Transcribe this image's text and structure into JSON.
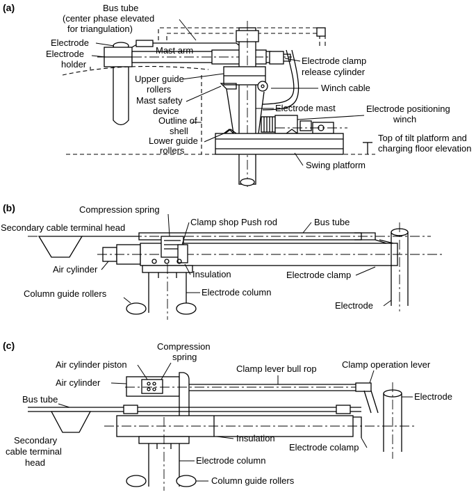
{
  "figure": {
    "panels": [
      {
        "tag": "(a)",
        "labels": {
          "bus_tube": "Bus tube",
          "center_phase_1": "(center phase elevated",
          "center_phase_2": "for triangulation)",
          "electrode": "Electrode",
          "mast_arm": "Mast arm",
          "electrode_clamp_release_1": "Electrode clamp",
          "electrode_clamp_release_2": "release cylinder",
          "electrode_holder_1": "Electrode",
          "electrode_holder_2": "holder",
          "upper_guide_1": "Upper guide",
          "upper_guide_2": "rollers",
          "winch_cable": "Winch cable",
          "mast_safety_1": "Mast safety",
          "mast_safety_2": "device",
          "electrode_mast": "Electrode mast",
          "positioning_winch_1": "Electrode positioning",
          "positioning_winch_2": "winch",
          "outline_shell_1": "Outline of",
          "outline_shell_2": "shell",
          "lower_guide_1": "Lower guide",
          "lower_guide_2": "rollers",
          "tilt_platform_1": "Top of tilt platform and",
          "tilt_platform_2": "charging floor elevation",
          "swing_platform": "Swing platform"
        }
      },
      {
        "tag": "(b)",
        "labels": {
          "compression_spring": "Compression spring",
          "clamp_shop": "Clamp shop Push rod",
          "bus_tube": "Bus tube",
          "secondary_terminal": "Secondary cable terminal head",
          "air_cylinder": "Air cylinder",
          "insulation": "Insulation",
          "electrode_clamp": "Electrode clamp",
          "column_guide_rollers": "Column guide rollers",
          "electrode_column": "Electrode column",
          "electrode": "Electrode"
        }
      },
      {
        "tag": "(c)",
        "labels": {
          "air_cylinder_piston": "Air cylinder piston",
          "compression_spring_1": "Compression",
          "compression_spring_2": "spring",
          "clamp_lever_bull": "Clamp lever bull rop",
          "clamp_operation_lever": "Clamp operation lever",
          "air_cylinder": "Air cylinder",
          "electrode": "Electrode",
          "bus_tube": "Bus tube",
          "secondary_1": "Secondary",
          "secondary_2": "cable terminal",
          "secondary_3": "head",
          "insulation": "Insulation",
          "electrode_colamp": "Electrode colamp",
          "electrode_column": "Electrode column",
          "column_guide_rollers": "Column guide rollers"
        }
      }
    ]
  }
}
